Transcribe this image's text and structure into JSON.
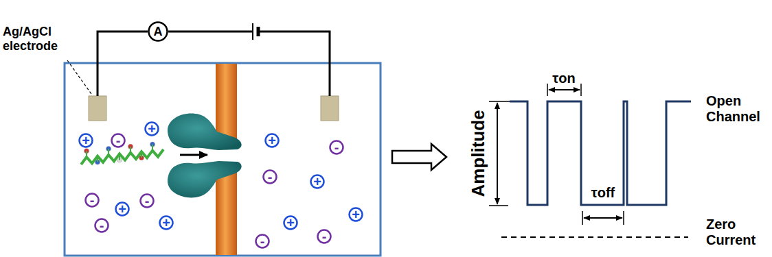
{
  "diagram": {
    "nodes": [
      {
        "text": [
          "A"
        ]
      },
      {
        "text": [
          "+"
        ]
      },
      {
        "text": [
          "-"
        ]
      },
      {
        "text": [
          "+"
        ]
      },
      {
        "text": [
          "-"
        ]
      },
      {
        "text": [
          "+"
        ]
      },
      {
        "text": [
          "-"
        ]
      },
      {
        "text": [
          "-"
        ]
      },
      {
        "text": [
          "+"
        ]
      },
      {
        "text": [
          "+"
        ]
      },
      {
        "text": [
          "-"
        ]
      },
      {
        "text": [
          "-"
        ]
      },
      {
        "text": [
          "+"
        ]
      },
      {
        "text": [
          "+"
        ]
      },
      {
        "text": [
          "+"
        ]
      },
      {
        "text": [
          "-"
        ]
      },
      {
        "text": [
          "-"
        ]
      }
    ],
    "labels": [
      "Ag/AgCl electrode",
      "τon",
      "τoff",
      "Amplitude",
      "Open Channel",
      "Zero Current"
    ]
  }
}
